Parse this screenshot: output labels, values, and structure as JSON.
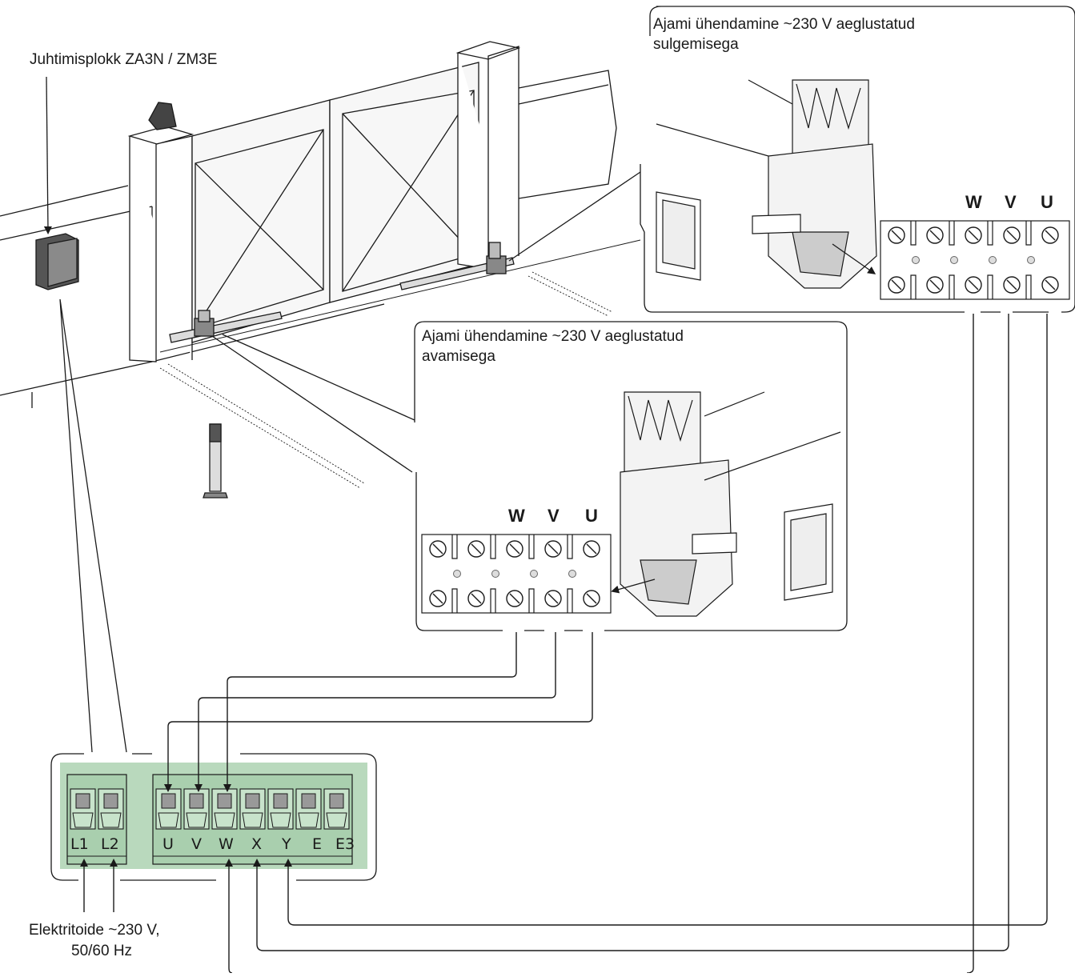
{
  "labels": {
    "control_unit": "Juhtimisplokk ZA3N / ZM3E",
    "motor_close_line1": "Ajami ühendamine ~230 V aeglustatud",
    "motor_close_line2": "sulgemisega",
    "motor_open_line1": "Ajami ühendamine ~230 V aeglustatud",
    "motor_open_line2": "avamisega",
    "power_line1": "Elektritoide ~230 V,",
    "power_line2": "50/60 Hz"
  },
  "motor_terminals": [
    "W",
    "V",
    "U"
  ],
  "board": {
    "power_terminals": [
      "L1",
      "L2"
    ],
    "motor_terminals": [
      "U",
      "V",
      "W",
      "X",
      "Y",
      "E",
      "E3"
    ]
  },
  "colors": {
    "board_fill": "#b9d9bd",
    "line": "#1a1a1a",
    "panel_fill": "#f1f1f1"
  }
}
